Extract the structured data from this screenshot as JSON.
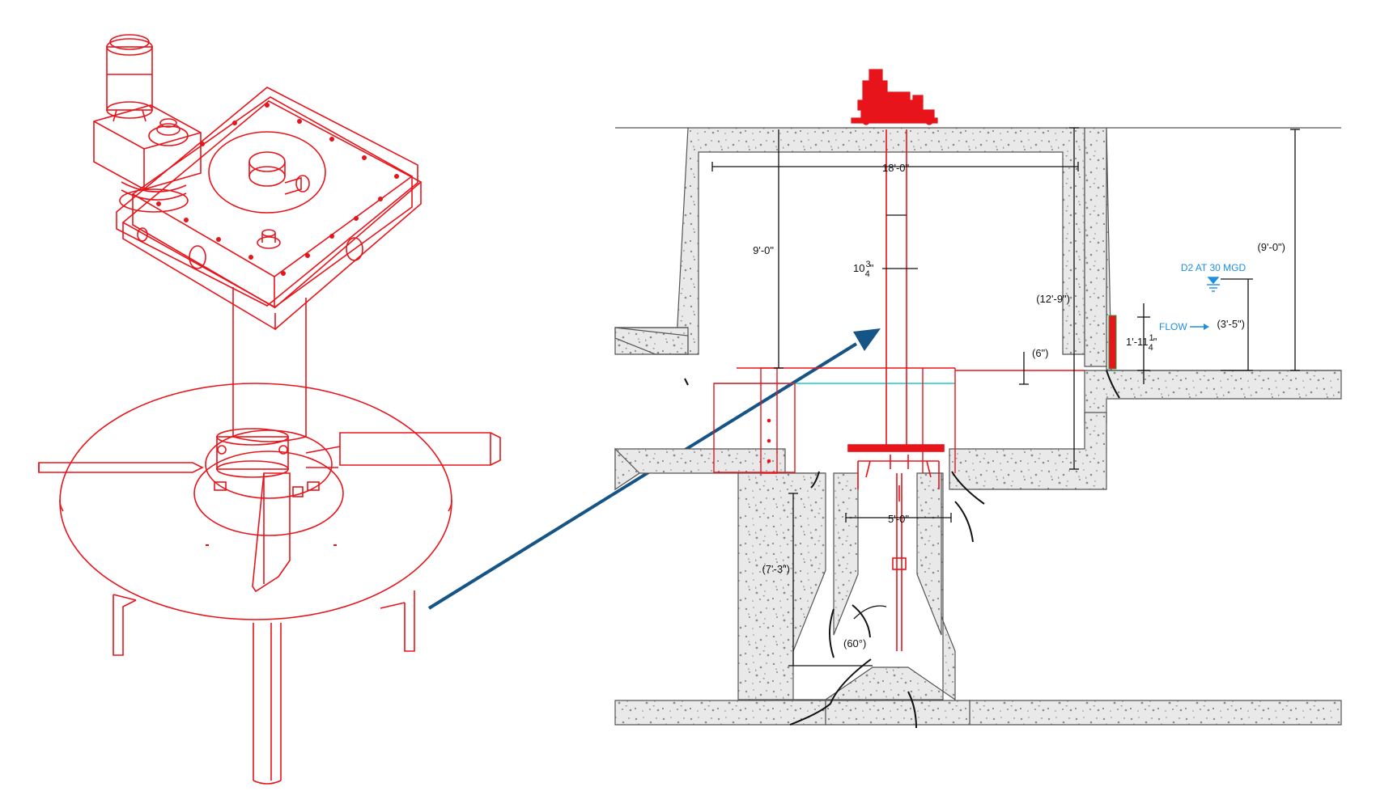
{
  "colors": {
    "equipment": "#e8141b",
    "concrete_fill": "#e9e9e9",
    "concrete_edge": "#555555",
    "concrete_speckle": "#8a8a8a",
    "dimension": "#111111",
    "water_line": "#19c9d6",
    "water_label": "#1d8fe0",
    "pointer_arrow": "#145486",
    "gate": "#e8141b"
  },
  "icons": {
    "motor": "motor-icon",
    "gearbox": "gearbox-icon",
    "water_level": "water-level-icon",
    "flow_arrow": "flow-arrow-icon"
  },
  "section": {
    "dimensions": {
      "tank_width": "18'-0\"",
      "depth_to_floor": "9'-0\"",
      "shaft_diameter_whole": "10",
      "shaft_diameter_num": "3",
      "shaft_diameter_den": "4",
      "shaft_diameter_unit": "\"",
      "overall_depth": "(12'-9\")",
      "floor_step": "(6\")",
      "right_depth": "(9'-0\")",
      "water_depth": "(3'-5\")",
      "gate_height_whole": "1'-11",
      "gate_height_num": "1",
      "gate_height_den": "4",
      "gate_height_unit": "\"",
      "pit_width": "5'-0\"",
      "pit_depth": "(7'-3\")",
      "cone_angle": "(60°)"
    },
    "water_level_label": "D2 AT 30 MGD",
    "flow_label": "FLOW"
  }
}
